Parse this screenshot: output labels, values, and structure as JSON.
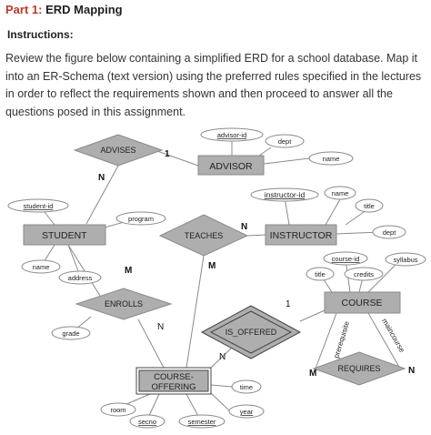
{
  "header": {
    "part": "Part 1:",
    "title": "ERD Mapping"
  },
  "instructions_label": "Instructions:",
  "instructions_text": "Review the figure below containing a simplified ERD for a school database. Map it into an ER-Schema (text version) using the preferred rules specified in the lectures in order to reflect the requirements shown and then proceed to answer all the questions posed in this assignment.",
  "erd": {
    "entities": {
      "advisor": "ADVISOR",
      "student": "STUDENT",
      "instructor": "INSTRUCTOR",
      "course": "COURSE",
      "course_offering_1": "COURSE-",
      "course_offering_2": "OFFERING"
    },
    "relationships": {
      "advises": "ADVISES",
      "teaches": "TEACHES",
      "enrolls": "ENROLLS",
      "is_offered": "IS_OFFERED",
      "requires": "REQUIRES"
    },
    "attributes": {
      "advisor_id": "advisor-id",
      "advisor_dept": "dept",
      "advisor_name": "name",
      "instructor_id": "instructor-id",
      "instructor_name": "name",
      "instructor_title": "title",
      "instructor_dept": "dept",
      "student_id": "student-id",
      "program": "program",
      "student_name": "name",
      "address": "address",
      "grade": "grade",
      "course_id": "course-id",
      "syllabus": "syllabus",
      "course_title": "title",
      "credits": "credits",
      "time": "time",
      "year": "year",
      "room": "room",
      "secno": "secno",
      "semester": "semester"
    },
    "cardinalities": {
      "advises_student": "N",
      "advises_advisor": "1",
      "teaches_instructor": "N",
      "teaches_offering": "M",
      "enrolls_student": "M",
      "enrolls_offering": "N",
      "offered_course": "1",
      "offered_offering": "N",
      "requires_m": "M",
      "requires_n": "N"
    },
    "roles": {
      "prerequisite": "prerequisite",
      "maincourse": "maincourse"
    }
  }
}
